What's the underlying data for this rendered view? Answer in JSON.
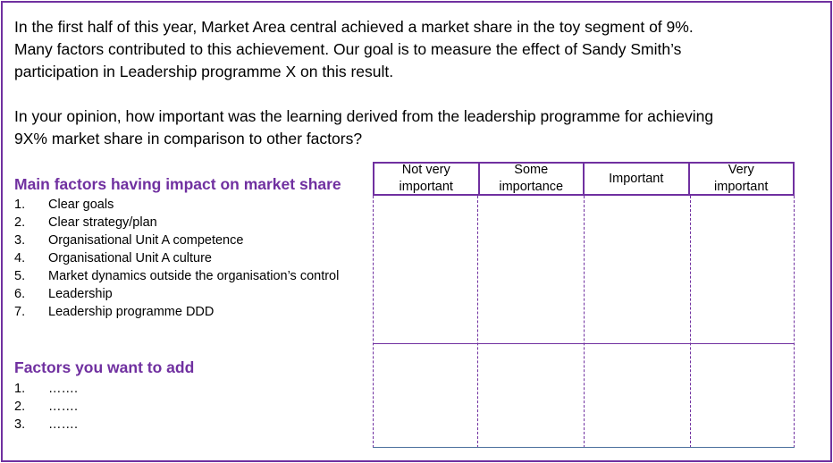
{
  "intro": {
    "line1": "In the first half of this year, Market Area central achieved a market share in the toy segment of 9%.",
    "line2": "Many factors contributed to this achievement. Our goal is to measure the effect of Sandy Smith’s",
    "line3": "participation in Leadership programme X on this result.",
    "line4": "In your opinion, how important was the learning derived from the leadership programme for achieving",
    "line5": "9X% market share in comparison to other factors?"
  },
  "main_factors": {
    "heading": "Main factors having impact on market share",
    "items": [
      {
        "num": "1.",
        "label": "Clear goals"
      },
      {
        "num": "2.",
        "label": "Clear strategy/plan"
      },
      {
        "num": "3.",
        "label": "Organisational Unit A competence"
      },
      {
        "num": "4.",
        "label": "Organisational Unit A culture"
      },
      {
        "num": "5.",
        "label": "Market dynamics outside the organisation’s control"
      },
      {
        "num": "6.",
        "label": "Leadership"
      },
      {
        "num": "7.",
        "label": "Leadership programme DDD"
      }
    ]
  },
  "added_factors": {
    "heading": "Factors you want to add",
    "items": [
      {
        "num": "1.",
        "label": "……."
      },
      {
        "num": "2.",
        "label": "……."
      },
      {
        "num": "3.",
        "label": "……."
      }
    ]
  },
  "rating_table": {
    "columns": [
      {
        "line1": "Not  very",
        "line2": "important"
      },
      {
        "line1": "Some",
        "line2": "importance"
      },
      {
        "line1": "Important",
        "line2": ""
      },
      {
        "line1": "Very",
        "line2": "important"
      }
    ]
  },
  "colors": {
    "accent": "#7030a0",
    "text": "#000000",
    "background": "#ffffff"
  }
}
